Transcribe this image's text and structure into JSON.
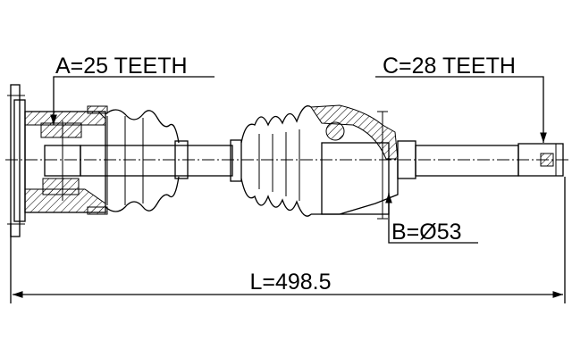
{
  "dimensions": {
    "a_label": "A=25 TEETH",
    "b_label": "B=Ø53",
    "c_label": "C=28 TEETH",
    "l_label": "L=498.5"
  }
}
